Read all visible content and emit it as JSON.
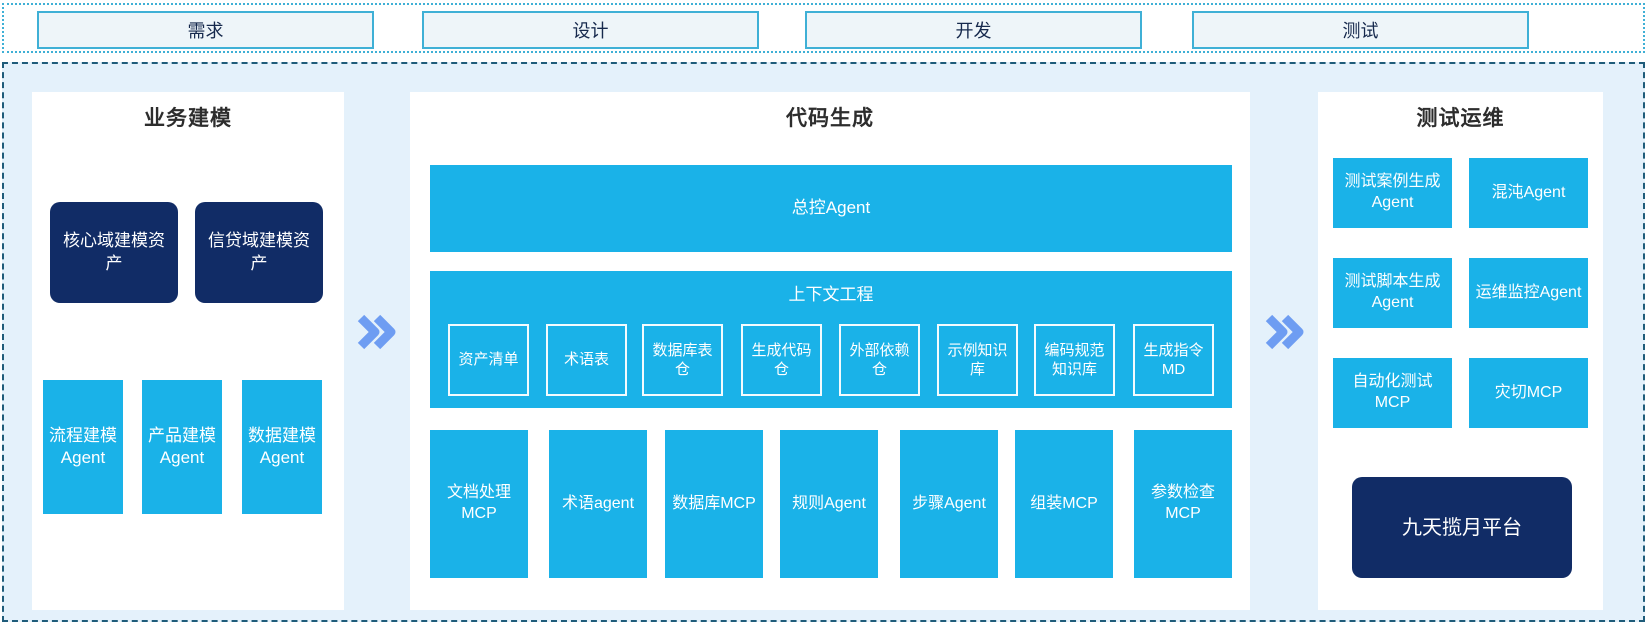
{
  "phases": [
    {
      "label": "需求"
    },
    {
      "label": "设计"
    },
    {
      "label": "开发"
    },
    {
      "label": "测试"
    }
  ],
  "left_panel": {
    "title": "业务建模",
    "asset_boxes": [
      {
        "label": "核心域建模资产"
      },
      {
        "label": "信贷域建模资产"
      }
    ],
    "agent_boxes": [
      {
        "label": "流程建模Agent"
      },
      {
        "label": "产品建模Agent"
      },
      {
        "label": "数据建模Agent"
      }
    ]
  },
  "middle_panel": {
    "title": "代码生成",
    "master_agent_label": "总控Agent",
    "context_section": {
      "title": "上下文工程",
      "items": [
        {
          "label": "资产清单"
        },
        {
          "label": "术语表"
        },
        {
          "label": "数据库表仓"
        },
        {
          "label": "生成代码仓"
        },
        {
          "label": "外部依赖仓"
        },
        {
          "label": "示例知识库"
        },
        {
          "label": "编码规范知识库"
        },
        {
          "label": "生成指令MD"
        }
      ]
    },
    "tool_boxes": [
      {
        "label": "文档处理MCP"
      },
      {
        "label": "术语agent"
      },
      {
        "label": "数据库MCP"
      },
      {
        "label": "规则Agent"
      },
      {
        "label": "步骤Agent"
      },
      {
        "label": "组装MCP"
      },
      {
        "label": "参数检查MCP"
      }
    ]
  },
  "right_panel": {
    "title": "测试运维",
    "grid_boxes": [
      {
        "label": "测试案例生成Agent"
      },
      {
        "label": "混沌Agent"
      },
      {
        "label": "测试脚本生成Agent"
      },
      {
        "label": "运维监控Agent"
      },
      {
        "label": "自动化测试MCP"
      },
      {
        "label": "灾切MCP"
      }
    ],
    "platform_label": "九天揽月平台"
  },
  "colors": {
    "cyan": "#1ab2e8",
    "navy": "#112c66",
    "chevron_blue": "#6e9df2",
    "container_bg": "#e4f1fb",
    "container_border": "#1f5c7a",
    "phase_border": "#3fb0d6",
    "phase_fill": "#eef5f9",
    "phase_text": "#16294d",
    "heading_text": "#2d2d2d",
    "panel_bg": "#ffffff"
  }
}
